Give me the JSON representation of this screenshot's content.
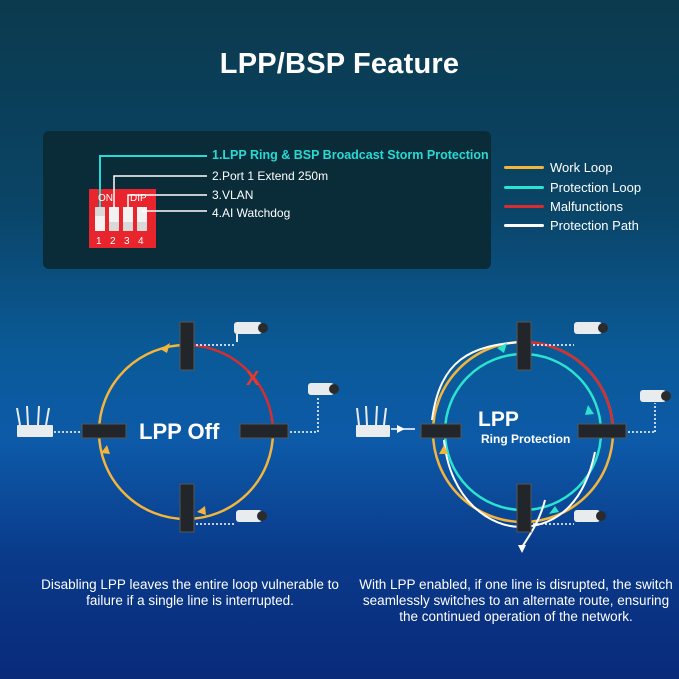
{
  "title": "LPP/BSP Feature",
  "dip_switch": {
    "on_label": "ON",
    "dip_label": "DIP",
    "numbers": [
      "1",
      "2",
      "3",
      "4"
    ],
    "options": [
      "1.LPP Ring & BSP Broadcast Storm Protection",
      "2.Port 1 Extend 250m",
      "3.VLAN",
      "4.AI Watchdog"
    ]
  },
  "legend": [
    {
      "label": "Work Loop",
      "color": "#f4b53c"
    },
    {
      "label": "Protection Loop",
      "color": "#2be3cf"
    },
    {
      "label": "Malfunctions",
      "color": "#d62e2e"
    },
    {
      "label": "Protection Path",
      "color": "#ffffff"
    }
  ],
  "left_diagram": {
    "label": "LPP Off",
    "fault_mark": "X",
    "caption": "Disabling LPP leaves the entire loop vulnerable to failure if a single line is interrupted."
  },
  "right_diagram": {
    "label": "LPP",
    "sublabel": "Ring Protection",
    "caption": "With LPP enabled, if one line is disrupted, the switch seamlessly switches to an alternate route, ensuring the continued operation of the network."
  },
  "colors": {
    "work_loop": "#f4b53c",
    "protection_loop": "#2be3cf",
    "malfunction": "#d62e2e",
    "dip_red": "#e8252d"
  }
}
